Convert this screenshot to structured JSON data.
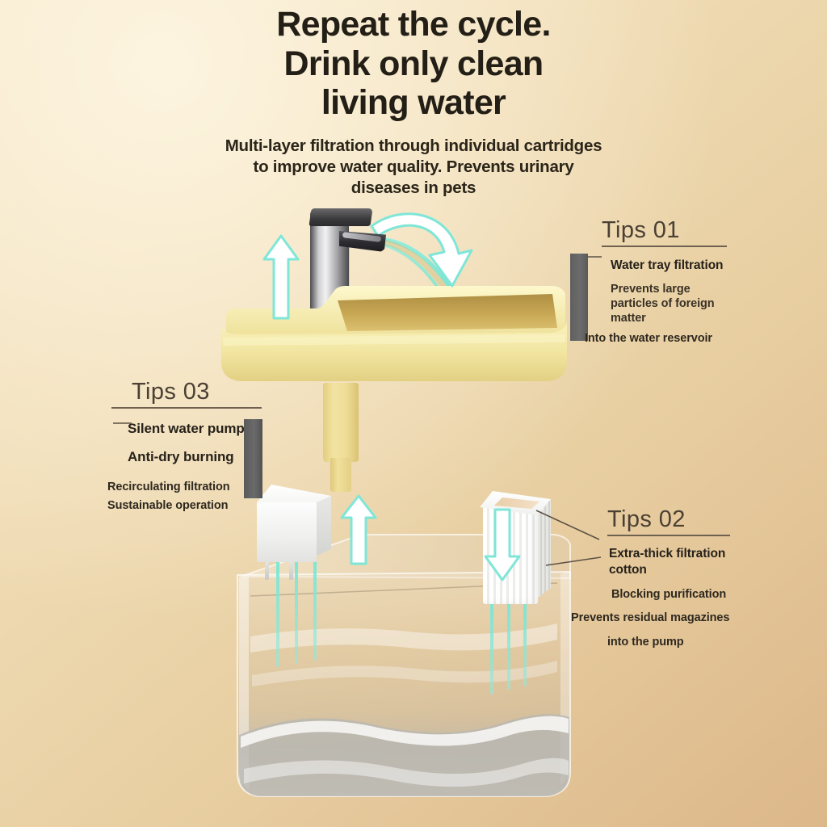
{
  "page": {
    "background_colors": [
      "#f3e3c2",
      "#e8cfa2",
      "#dcb789"
    ],
    "accent_cyan": "#7fe6d8",
    "tray_yellow": "#f2e6a0",
    "text_dark": "#231f16"
  },
  "headline": {
    "line1": "Repeat the cycle.",
    "line2": "Drink only clean",
    "line3": "living water"
  },
  "subhead": {
    "text": "Multi-layer filtration through individual cartridges to improve water quality. Prevents urinary diseases in pets"
  },
  "tips": [
    {
      "id": "tips-01",
      "heading": "Tips 01",
      "bold_line": "Water tray filtration",
      "body_lines": [
        "Prevents large",
        "particles of foreign",
        "matter"
      ],
      "footer_line": "Into the water reservoir"
    },
    {
      "id": "tips-02",
      "heading": "Tips 02",
      "bold_line_a": "Extra-thick filtration",
      "bold_line_b": "cotton",
      "body_lines": [
        "Blocking purification",
        "Prevents residual magazines",
        "into the pump"
      ]
    },
    {
      "id": "tips-03",
      "heading": "Tips 03",
      "bold_line_a": "Silent water pump",
      "bold_line_b": "Anti-dry burning",
      "body_lines": [
        "Recirculating filtration",
        "Sustainable operation"
      ]
    }
  ],
  "diagram": {
    "parts": [
      {
        "name": "water-tray",
        "label": "Yellow water tray"
      },
      {
        "name": "faucet-tower",
        "label": "Chrome faucet tower"
      },
      {
        "name": "spout",
        "label": "Water spout"
      },
      {
        "name": "stem-pipe",
        "label": "Yellow riser pipe"
      },
      {
        "name": "pump",
        "label": "Silent water pump"
      },
      {
        "name": "filter-cartridge",
        "label": "Filtration cotton cartridge"
      },
      {
        "name": "reservoir",
        "label": "Transparent water reservoir"
      }
    ],
    "arrows": [
      {
        "name": "arrow-up-tray",
        "direction": "up"
      },
      {
        "name": "arrow-curve-spout",
        "direction": "curve-right"
      },
      {
        "name": "arrow-up-pump",
        "direction": "up"
      },
      {
        "name": "arrow-down-filter",
        "direction": "down"
      }
    ]
  }
}
